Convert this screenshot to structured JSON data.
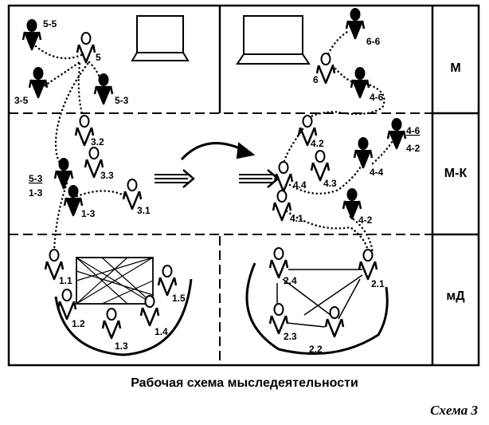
{
  "zones": [
    {
      "key": "M",
      "label": "М"
    },
    {
      "key": "MK",
      "label": "М-К"
    },
    {
      "key": "MD",
      "label": "мД"
    }
  ],
  "figures": [
    {
      "id": "f55",
      "label": "5-5",
      "filled": true
    },
    {
      "id": "f5",
      "label": "5",
      "filled": false
    },
    {
      "id": "f35",
      "label": "3-5",
      "filled": true
    },
    {
      "id": "f53",
      "label": "5-3",
      "filled": true
    },
    {
      "id": "f66",
      "label": "6-6",
      "filled": true
    },
    {
      "id": "f6",
      "label": "6",
      "filled": false
    },
    {
      "id": "f46",
      "label": "4-6",
      "filled": true
    },
    {
      "id": "f32",
      "label": "3.2",
      "filled": false
    },
    {
      "id": "f33",
      "label": "3.3",
      "filled": false
    },
    {
      "id": "f53b",
      "label": "5-3",
      "filled": true
    },
    {
      "id": "f13",
      "label": "1-3",
      "filled": true
    },
    {
      "id": "f31",
      "label": "3.1",
      "filled": false
    },
    {
      "id": "f42",
      "label": "4.2",
      "filled": false
    },
    {
      "id": "f4642",
      "label": "4-6",
      "filled": true
    },
    {
      "id": "f44",
      "label": "4.4",
      "filled": false
    },
    {
      "id": "f43",
      "label": "4.3",
      "filled": false
    },
    {
      "id": "f4_4",
      "label": "4-4",
      "filled": true
    },
    {
      "id": "f41",
      "label": "4.1",
      "filled": false
    },
    {
      "id": "f4_2",
      "label": "4-2",
      "filled": true
    },
    {
      "id": "f11",
      "label": "1.1",
      "filled": false
    },
    {
      "id": "f12",
      "label": "1.2",
      "filled": false
    },
    {
      "id": "f13b",
      "label": "1.3",
      "filled": false
    },
    {
      "id": "f14",
      "label": "1.4",
      "filled": false
    },
    {
      "id": "f15",
      "label": "1.5",
      "filled": false
    },
    {
      "id": "f24",
      "label": "2.4",
      "filled": false
    },
    {
      "id": "f21",
      "label": "2.1",
      "filled": false
    },
    {
      "id": "f23",
      "label": "2.3",
      "filled": false
    },
    {
      "id": "f22",
      "label": "2.2",
      "filled": false
    }
  ],
  "extra_labels": [
    {
      "id": "x42",
      "label": "4-2"
    },
    {
      "id": "x13",
      "label": "1-3"
    }
  ],
  "caption": "Рабочая схема мыследеятельности",
  "scheme_number": "Схема 3"
}
